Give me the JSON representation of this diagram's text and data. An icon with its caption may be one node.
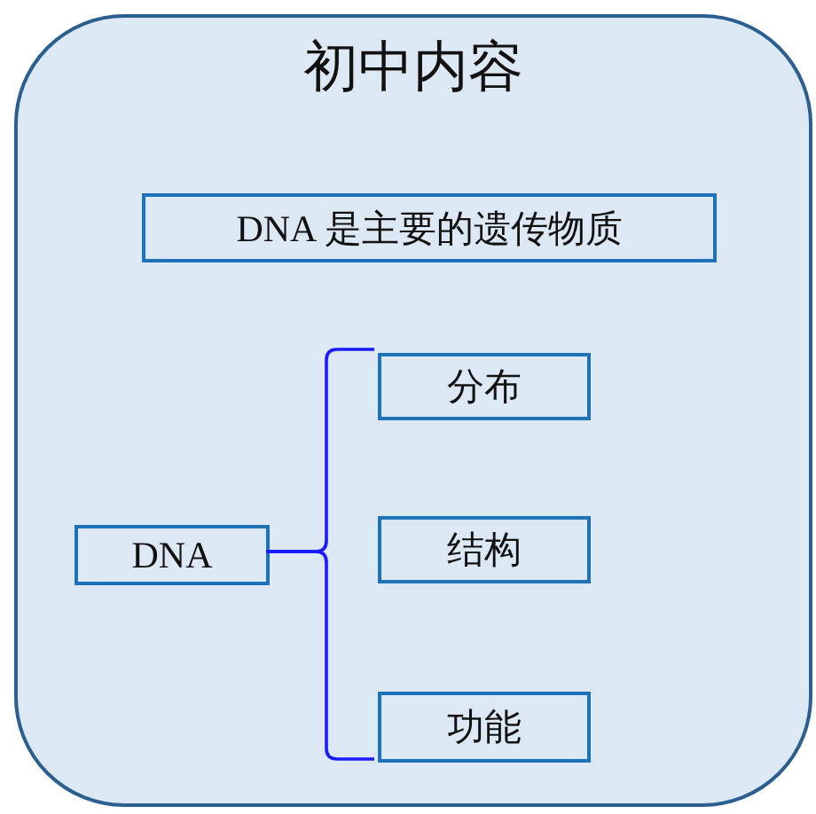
{
  "diagram": {
    "nodes": [
      {
        "text": [
          "初中内容"
        ]
      },
      {
        "text": [
          "DNA 是主要的遗传物质"
        ],
        "in": 0
      },
      {
        "text": [
          "DNA"
        ],
        "in": 0
      },
      {
        "text": [
          "分布"
        ],
        "in": 0
      },
      {
        "text": [
          "结构"
        ],
        "in": 0
      },
      {
        "text": [
          "功能"
        ],
        "in": 0
      }
    ],
    "edges": [
      {
        "from": 2,
        "to": 3,
        "arrow": "none"
      },
      {
        "from": 2,
        "to": 5,
        "arrow": "none"
      }
    ]
  }
}
